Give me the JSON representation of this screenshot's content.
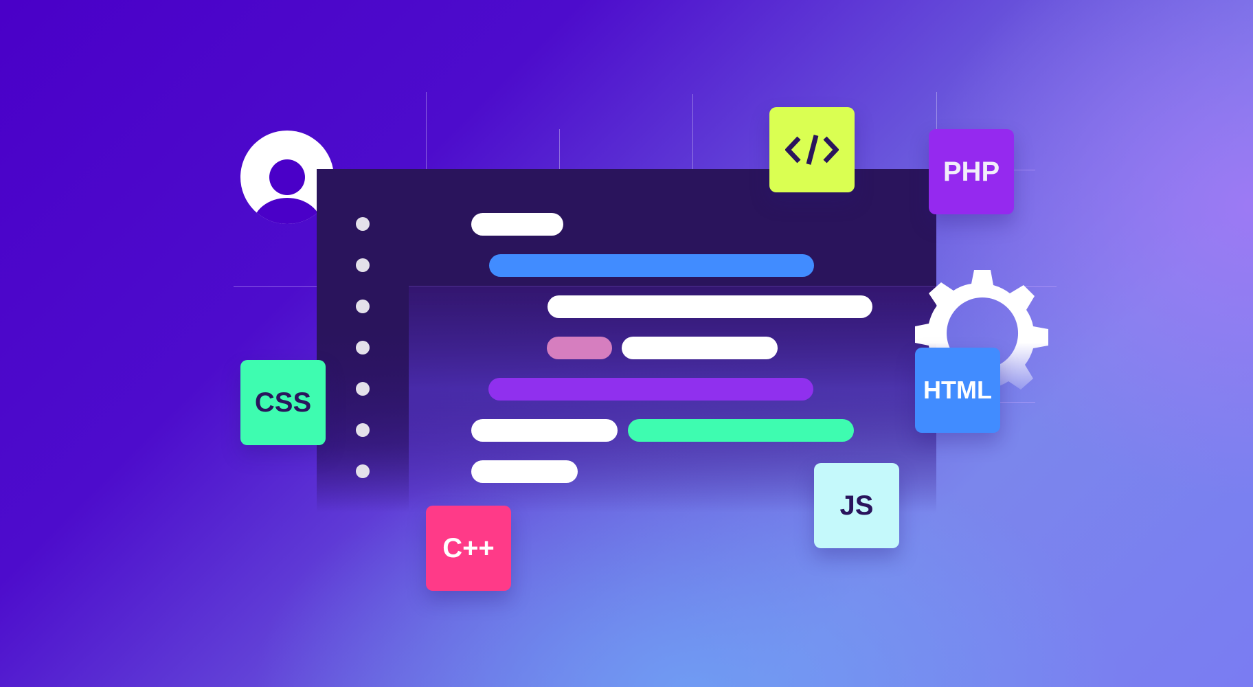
{
  "scene": {
    "title": "Code editor illustration",
    "background": {
      "from": "#4a00c8",
      "to": "#7a86ec"
    }
  },
  "editor": {
    "background": "#2a145c",
    "line_markers": 7,
    "lines": [
      {
        "segments": [
          {
            "color": "#ffffff"
          }
        ]
      },
      {
        "segments": [
          {
            "color": "#418cff"
          }
        ]
      },
      {
        "segments": [
          {
            "color": "#ffffff"
          }
        ]
      },
      {
        "segments": [
          {
            "color": "#d67ebf"
          },
          {
            "color": "#ffffff"
          }
        ]
      },
      {
        "segments": [
          {
            "color": "#9030ee"
          }
        ]
      },
      {
        "segments": [
          {
            "color": "#ffffff"
          },
          {
            "color": "#3efcb0"
          }
        ]
      },
      {
        "segments": [
          {
            "color": "#ffffff"
          }
        ]
      }
    ]
  },
  "tiles": {
    "code": {
      "label": "</>",
      "bg": "#daff52",
      "fg": "#2a145c"
    },
    "php": {
      "label": "PHP",
      "bg": "#9529ef",
      "fg": "#f2eefa"
    },
    "css": {
      "label": "CSS",
      "bg": "#3efcb0",
      "fg": "#2a145c"
    },
    "html": {
      "label": "HTML",
      "bg": "#418cff",
      "fg": "#ffffff"
    },
    "js": {
      "label": "JS",
      "bg": "#c5f9fb",
      "fg": "#2a145c"
    },
    "cpp": {
      "label": "C++",
      "bg": "#ff3a88",
      "fg": "#ffffff"
    }
  },
  "icons": {
    "avatar": "user-avatar-icon",
    "gear": "gear-icon"
  }
}
